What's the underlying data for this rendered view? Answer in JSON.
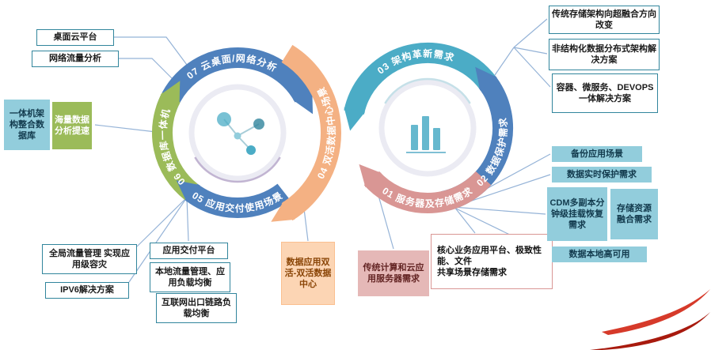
{
  "colors": {
    "blue": "#4f81bd",
    "teal": "#4bacc6",
    "green": "#9bbb59",
    "orange": "#f4b183",
    "salmon": "#d99694",
    "chip_fill": "#92cddc",
    "box_border": "#31859c",
    "swoosh_red": "#bf2c1c"
  },
  "arcs": {
    "a07": {
      "label": "07 云桌面/网络分析"
    },
    "a06": {
      "label": "06 数据库一体机"
    },
    "a05": {
      "label": "05 应用交付使用场景"
    },
    "a04": {
      "label": "04 双活数据中心场景"
    },
    "a03": {
      "label": "03 架构革新需求"
    },
    "a02": {
      "label": "02 数据保护需求"
    },
    "a01": {
      "label": "01 服务器及存储需求"
    }
  },
  "icons": {
    "left_center": "network-molecule-icon",
    "right_center": "bar-chart-icon"
  },
  "boxes": {
    "desktop_cloud": "桌面云平台",
    "network_traffic": "网络流量分析",
    "aio_architecture": "一体机架构整合数据库",
    "massive_data": "海量数据分析提速",
    "global_traffic": "全局流量管理 实现应用级容灾",
    "ipv6": "IPV6解决方案",
    "app_delivery": "应用交付平台",
    "local_traffic": "本地流量管理、应用负载均衡",
    "internet_link": "互联网出口链路负载均衡",
    "dual_active_dc": "数据应用双活-双活数据中心",
    "traditional_compute": "传统计算和云应用服务器需求",
    "core_business": "核心业务应用平台、极致性能、文件\n共享场景存储需求",
    "hyperconverged": "传统存储架构向超融合方向改变",
    "unstructured": "非结构化数据分布式架构解决方案",
    "container_devops": "容器、微服务、DEVOPS一体解决方案",
    "backup_scenario": "备份应用场景",
    "realtime_protection": "数据实时保护需求",
    "cdm_recovery": "CDM多副本分钟级挂载恢复需求",
    "storage_fusion": "存储资源融合需求",
    "local_ha": "数据本地高可用"
  }
}
